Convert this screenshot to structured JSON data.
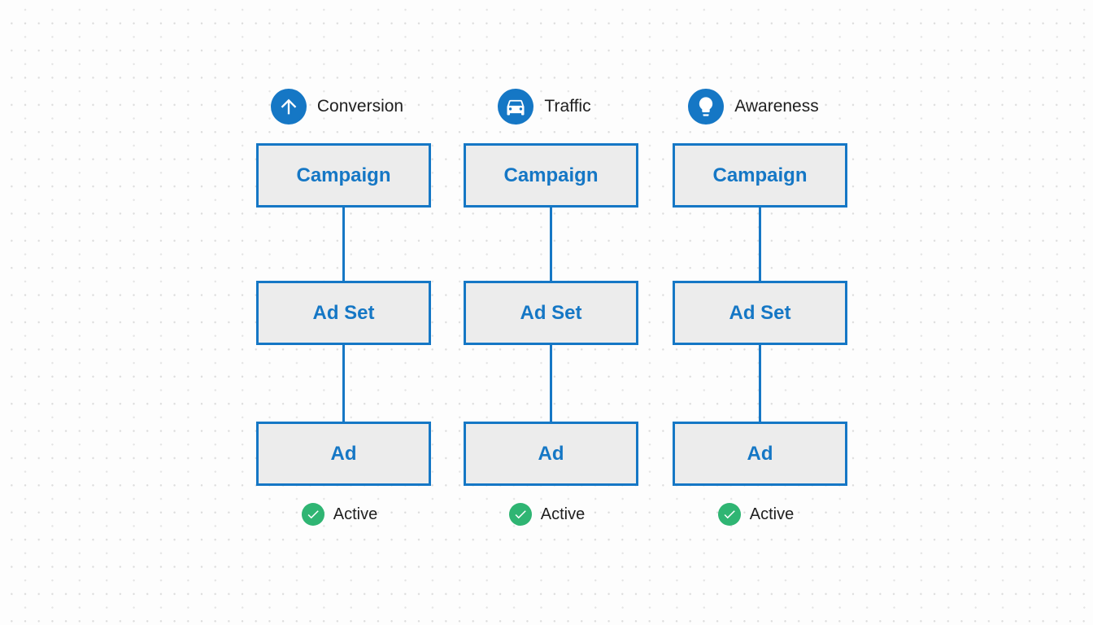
{
  "colors": {
    "blue": "#1577c5",
    "green": "#2fb573",
    "boxfill": "#ececec",
    "dark": "#1f1f1f"
  },
  "columns": [
    {
      "objective": "Conversion",
      "icon": "arrow-up-icon",
      "levels": {
        "campaign": "Campaign",
        "adset": "Ad Set",
        "ad": "Ad"
      },
      "status": "Active"
    },
    {
      "objective": "Traffic",
      "icon": "car-icon",
      "levels": {
        "campaign": "Campaign",
        "adset": "Ad Set",
        "ad": "Ad"
      },
      "status": "Active"
    },
    {
      "objective": "Awareness",
      "icon": "lightbulb-icon",
      "levels": {
        "campaign": "Campaign",
        "adset": "Ad Set",
        "ad": "Ad"
      },
      "status": "Active"
    }
  ]
}
